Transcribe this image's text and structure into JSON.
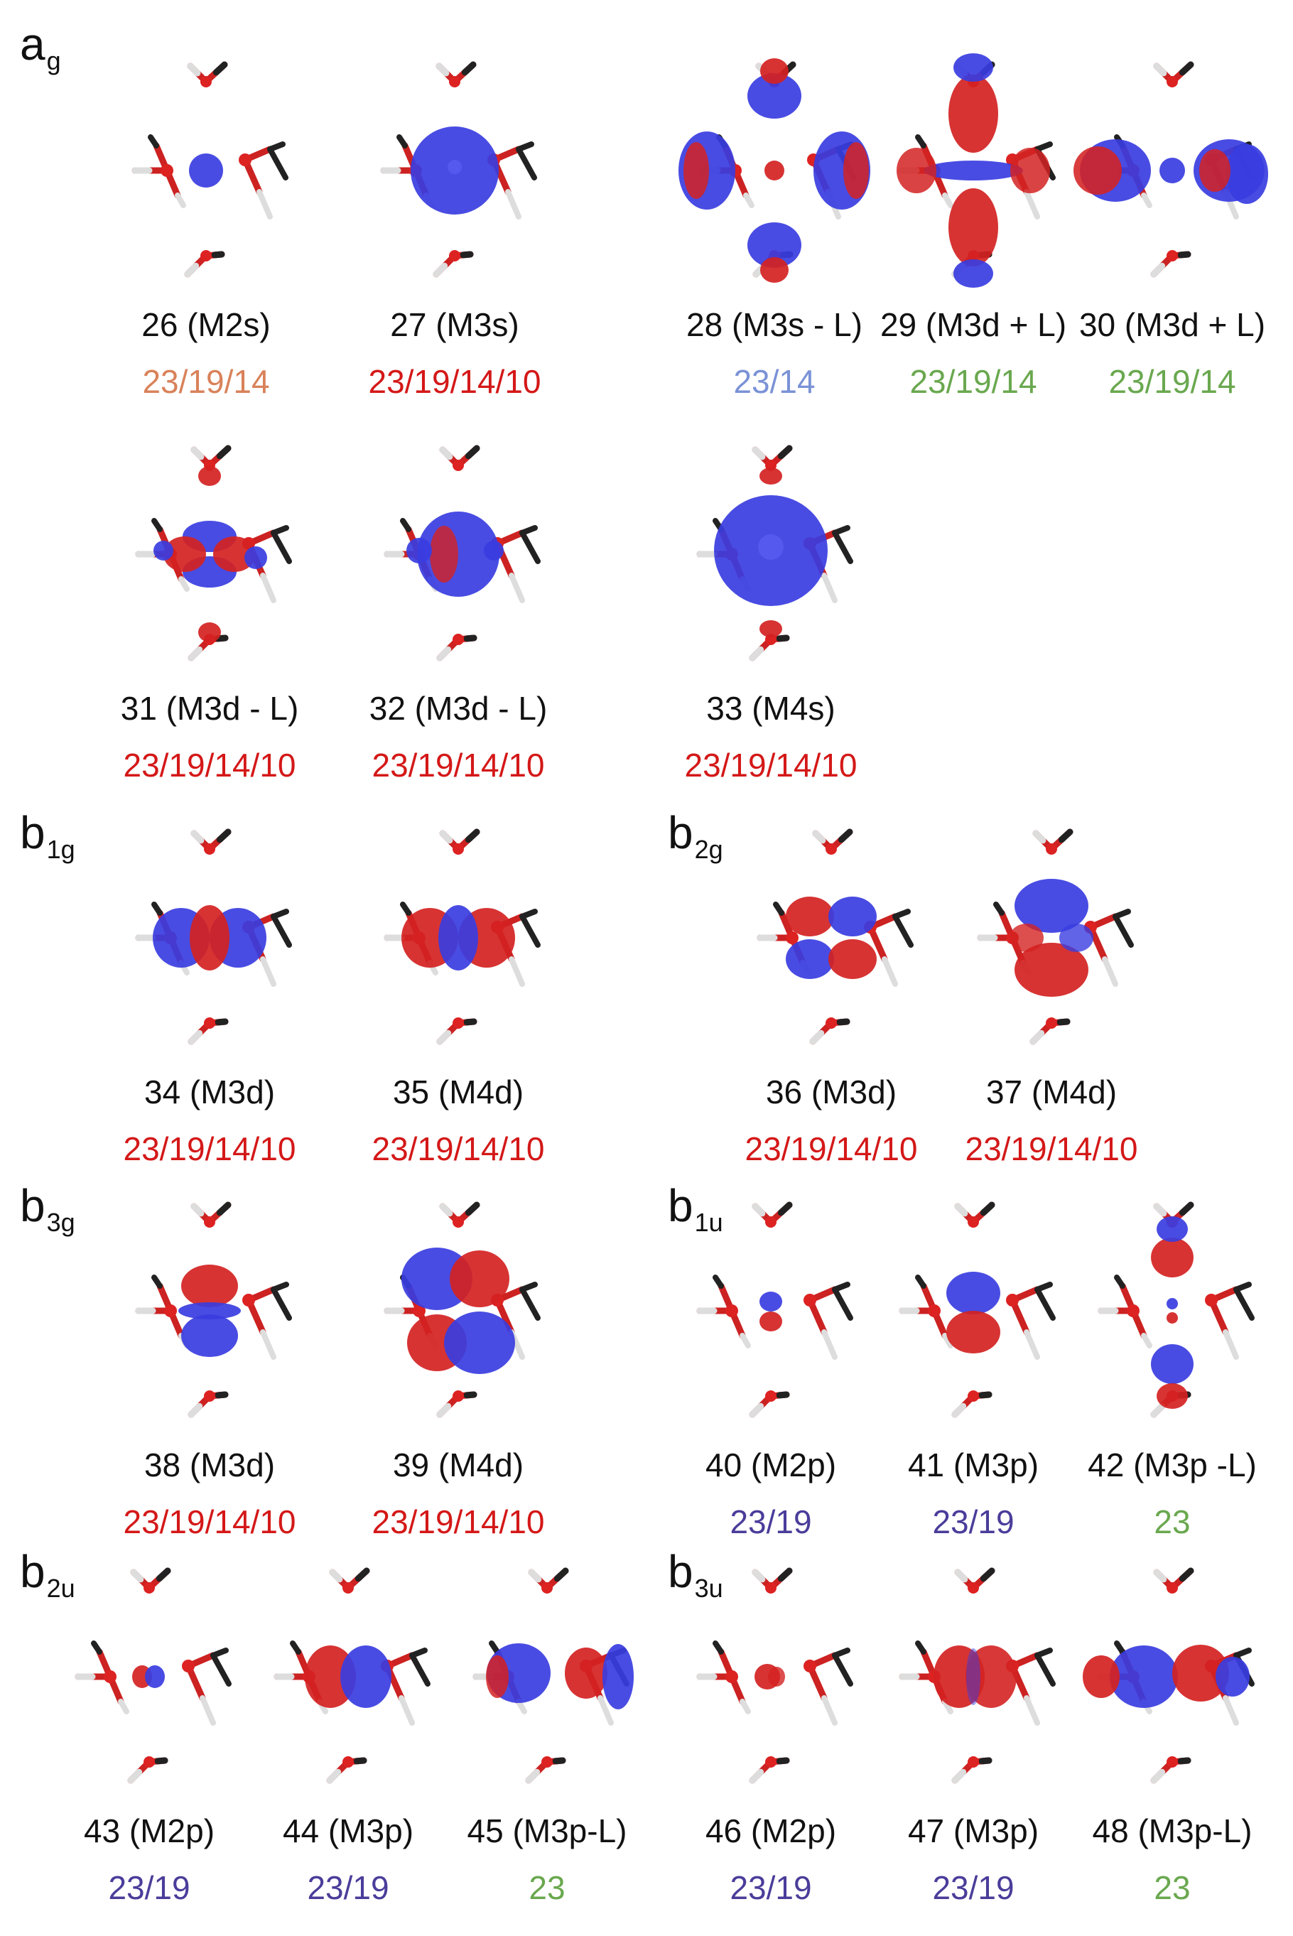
{
  "colors": {
    "positive_lobe": "#3a3de0",
    "negative_lobe": "#d42222",
    "basis_red": "#d41818",
    "basis_orange": "#d9825a",
    "basis_lightblue": "#7a92d6",
    "basis_green": "#6aa84f",
    "basis_purple": "#4a3d9a"
  },
  "groups": [
    {
      "id": "ag",
      "main": "a",
      "sub": "g"
    },
    {
      "id": "b1g",
      "main": "b",
      "sub": "1g"
    },
    {
      "id": "b2g",
      "main": "b",
      "sub": "2g"
    },
    {
      "id": "b3g",
      "main": "b",
      "sub": "3g"
    },
    {
      "id": "b1u",
      "main": "b",
      "sub": "1u"
    },
    {
      "id": "b2u",
      "main": "b",
      "sub": "2u"
    },
    {
      "id": "b3u",
      "main": "b",
      "sub": "3u"
    }
  ],
  "orbitals": [
    {
      "label": "26 (M2s)",
      "basis": "23/19/14",
      "basis_color": "orange",
      "shape": "s-small"
    },
    {
      "label": "27 (M3s)",
      "basis": "23/19/14/10",
      "basis_color": "red",
      "shape": "s-large"
    },
    {
      "label": "28 (M3s - L)",
      "basis": "23/14",
      "basis_color": "lightblue",
      "shape": "s-ligand"
    },
    {
      "label": "29 (M3d + L)",
      "basis": "23/19/14",
      "basis_color": "green",
      "shape": "dz2-ligand"
    },
    {
      "label": "30 (M3d + L)",
      "basis": "23/19/14",
      "basis_color": "green",
      "shape": "dx2-ligand"
    },
    {
      "label": "31 (M3d - L)",
      "basis": "23/19/14/10",
      "basis_color": "red",
      "shape": "dz2-antibond"
    },
    {
      "label": "32 (M3d - L)",
      "basis": "23/19/14/10",
      "basis_color": "red",
      "shape": "d-sphere"
    },
    {
      "label": "33 (M4s)",
      "basis": "23/19/14/10",
      "basis_color": "red",
      "shape": "s-diffuse"
    },
    {
      "label": "34 (M3d)",
      "basis": "23/19/14/10",
      "basis_color": "red",
      "shape": "dxy-h"
    },
    {
      "label": "35 (M4d)",
      "basis": "23/19/14/10",
      "basis_color": "red",
      "shape": "dxy-h-inv"
    },
    {
      "label": "36 (M3d)",
      "basis": "23/19/14/10",
      "basis_color": "red",
      "shape": "d-quad"
    },
    {
      "label": "37 (M4d)",
      "basis": "23/19/14/10",
      "basis_color": "red",
      "shape": "d-quad-big"
    },
    {
      "label": "38 (M3d)",
      "basis": "23/19/14/10",
      "basis_color": "red",
      "shape": "d-quad-v"
    },
    {
      "label": "39 (M4d)",
      "basis": "23/19/14/10",
      "basis_color": "red",
      "shape": "d-quad-v-big"
    },
    {
      "label": "40 (M2p)",
      "basis": "23/19",
      "basis_color": "purple",
      "shape": "p-small-v"
    },
    {
      "label": "41 (M3p)",
      "basis": "23/19",
      "basis_color": "purple",
      "shape": "p-v"
    },
    {
      "label": "42 (M3p -L)",
      "basis": "23",
      "basis_color": "green",
      "shape": "p-v-ligand"
    },
    {
      "label": "43 (M2p)",
      "basis": "23/19",
      "basis_color": "purple",
      "shape": "p-small-h"
    },
    {
      "label": "44 (M3p)",
      "basis": "23/19",
      "basis_color": "purple",
      "shape": "p-h"
    },
    {
      "label": "45 (M3p-L)",
      "basis": "23",
      "basis_color": "green",
      "shape": "p-h-ligand"
    },
    {
      "label": "46 (M2p)",
      "basis": "23/19",
      "basis_color": "purple",
      "shape": "p-small-h2"
    },
    {
      "label": "47 (M3p)",
      "basis": "23/19",
      "basis_color": "purple",
      "shape": "p-h2"
    },
    {
      "label": "48 (M3p-L)",
      "basis": "23",
      "basis_color": "green",
      "shape": "p-h2-ligand"
    }
  ]
}
